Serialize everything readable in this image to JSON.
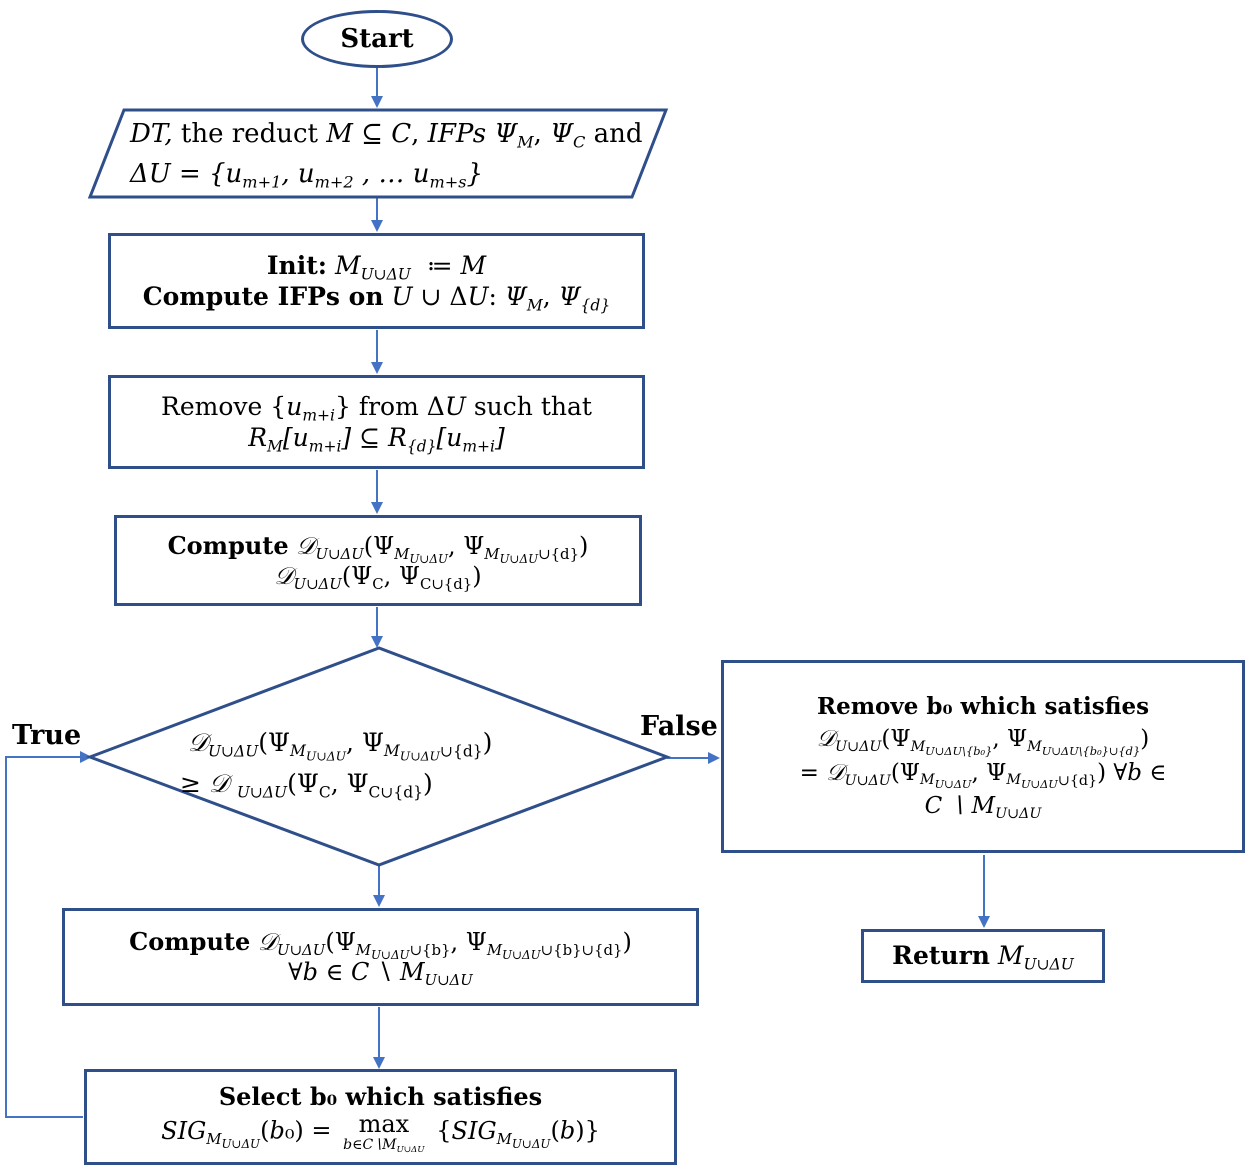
{
  "start": "Start",
  "input": {
    "dt": "DT,",
    "mid": "the reduct",
    "ifps": "IFPs",
    "and": "and"
  },
  "init": {
    "init_label": "Init:",
    "compute_label": "Compute IFPs on"
  },
  "remove_step": {
    "text1": "Remove",
    "text2": "from",
    "text3": "such that"
  },
  "compute1": {
    "label": "Compute"
  },
  "decision": {},
  "labels": {
    "true": "True",
    "false": "False"
  },
  "remove_b0": {
    "title": "Remove b₀ which satisfies"
  },
  "return_box": {
    "label": "Return"
  },
  "compute2": {
    "label": "Compute"
  },
  "select": {
    "title": "Select b₀ which satisfies",
    "max": "max"
  },
  "colors": {
    "stroke": "#2f4f8a",
    "arrow": "#4472c4"
  }
}
